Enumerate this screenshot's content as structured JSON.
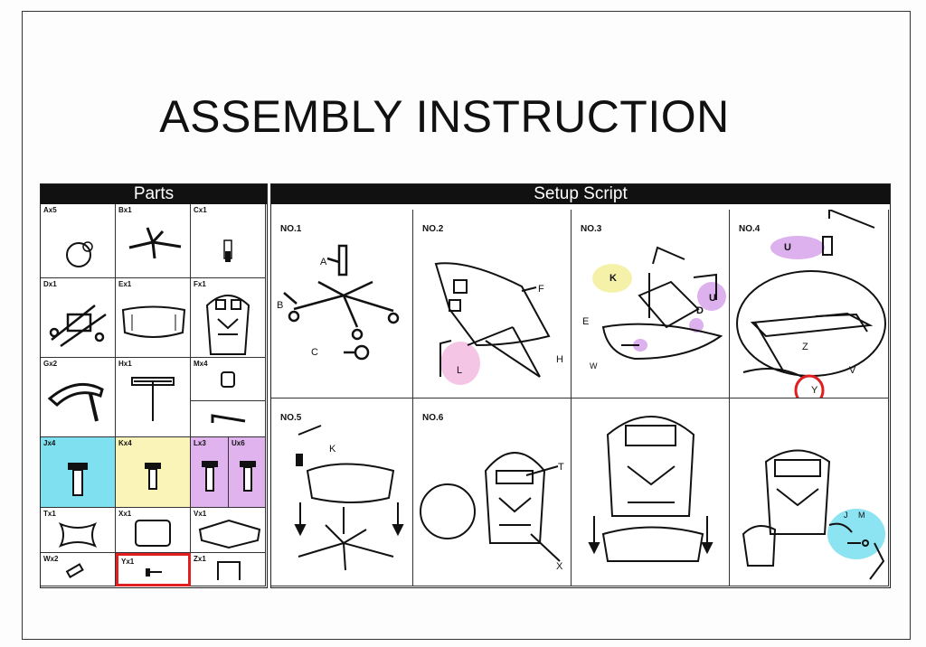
{
  "title": "ASSEMBLY INSTRUCTION",
  "parts": {
    "header": "Parts",
    "items": [
      "Ax5",
      "Bx1",
      "Cx1",
      "Dx1",
      "Ex1",
      "Fx1",
      "Gx2",
      "Hx1",
      "Mx4",
      "Jx4",
      "Kx4",
      "Lx3",
      "Ux6",
      "Tx1",
      "Xx1",
      "Vx1",
      "Wx2",
      "Yx1",
      "Zx1"
    ]
  },
  "setup": {
    "header": "Setup Script",
    "steps": [
      "NO.1",
      "NO.2",
      "NO.3",
      "NO.4",
      "NO.5",
      "NO.6"
    ],
    "labels": {
      "s1": [
        "A",
        "B",
        "C"
      ],
      "s2": [
        "F",
        "L",
        "H"
      ],
      "s3": [
        "K",
        "U",
        "D",
        "E",
        "W"
      ],
      "s4": [
        "U",
        "Z",
        "V",
        "Y"
      ],
      "s5": [
        "K"
      ],
      "s6": [
        "T",
        "X"
      ],
      "s8": [
        "J",
        "M"
      ]
    }
  },
  "colors": {
    "cyan": "#7fe0f0",
    "yellow": "#fbf4b8",
    "purple": "#e0b3ee",
    "red": "#e02020"
  }
}
